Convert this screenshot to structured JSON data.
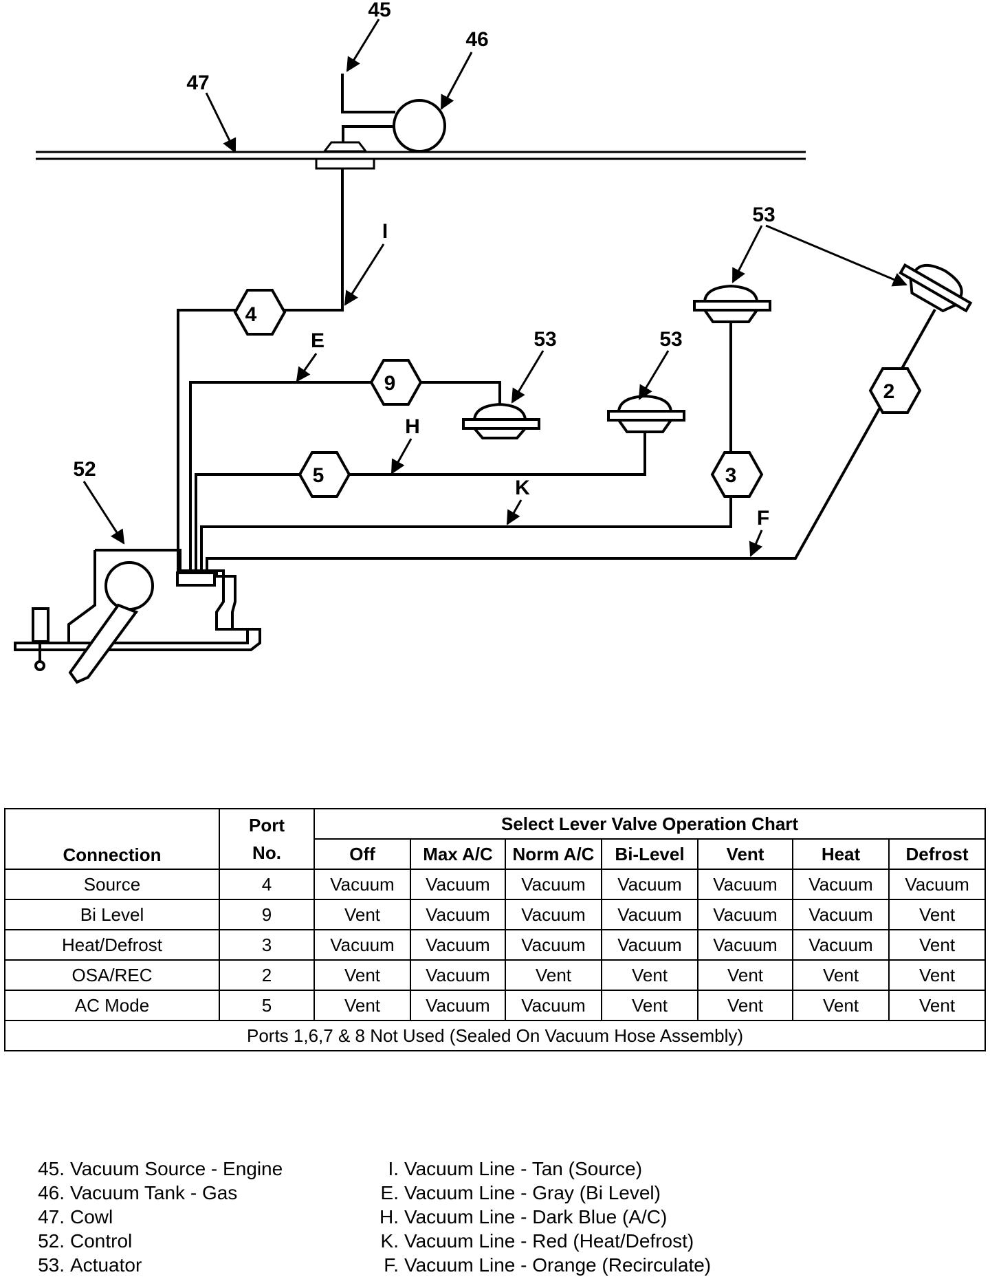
{
  "diagram": {
    "callouts": {
      "source": "45",
      "tank": "46",
      "cowl": "47",
      "control": "52",
      "actuator": "53"
    },
    "lines": {
      "source": "I",
      "bilevel": "E",
      "ac": "H",
      "heat_defrost": "K",
      "recirculate": "F"
    },
    "ports": [
      "4",
      "9",
      "5",
      "3",
      "2"
    ]
  },
  "chart": {
    "title": "Select Lever Valve Operation Chart",
    "connection_header": "Connection",
    "port_header_top": "Port",
    "port_header_bottom": "No.",
    "modes": [
      "Off",
      "Max A/C",
      "Norm A/C",
      "Bi-Level",
      "Vent",
      "Heat",
      "Defrost"
    ],
    "rows": [
      {
        "connection": "Source",
        "port": "4",
        "values": [
          "Vacuum",
          "Vacuum",
          "Vacuum",
          "Vacuum",
          "Vacuum",
          "Vacuum",
          "Vacuum"
        ]
      },
      {
        "connection": "Bi Level",
        "port": "9",
        "values": [
          "Vent",
          "Vacuum",
          "Vacuum",
          "Vacuum",
          "Vacuum",
          "Vacuum",
          "Vent"
        ]
      },
      {
        "connection": "Heat/Defrost",
        "port": "3",
        "values": [
          "Vacuum",
          "Vacuum",
          "Vacuum",
          "Vacuum",
          "Vacuum",
          "Vacuum",
          "Vent"
        ]
      },
      {
        "connection": "OSA/REC",
        "port": "2",
        "values": [
          "Vent",
          "Vacuum",
          "Vent",
          "Vent",
          "Vent",
          "Vent",
          "Vent"
        ]
      },
      {
        "connection": "AC Mode",
        "port": "5",
        "values": [
          "Vent",
          "Vacuum",
          "Vacuum",
          "Vent",
          "Vent",
          "Vent",
          "Vent"
        ]
      }
    ],
    "footer": "Ports 1,6,7 & 8 Not Used (Sealed On Vacuum Hose Assembly)"
  },
  "legend": {
    "left": [
      {
        "key": "45.",
        "text": "Vacuum Source - Engine"
      },
      {
        "key": "46.",
        "text": "Vacuum Tank - Gas"
      },
      {
        "key": "47.",
        "text": "Cowl"
      },
      {
        "key": "52.",
        "text": "Control"
      },
      {
        "key": "53.",
        "text": "Actuator"
      }
    ],
    "right": [
      {
        "key": "I.",
        "text": "Vacuum Line - Tan (Source)"
      },
      {
        "key": "E.",
        "text": "Vacuum Line - Gray (Bi Level)"
      },
      {
        "key": "H.",
        "text": "Vacuum Line - Dark Blue (A/C)"
      },
      {
        "key": "K.",
        "text": "Vacuum Line - Red (Heat/Defrost)"
      },
      {
        "key": "F.",
        "text": "Vacuum Line - Orange (Recirculate)"
      }
    ]
  }
}
